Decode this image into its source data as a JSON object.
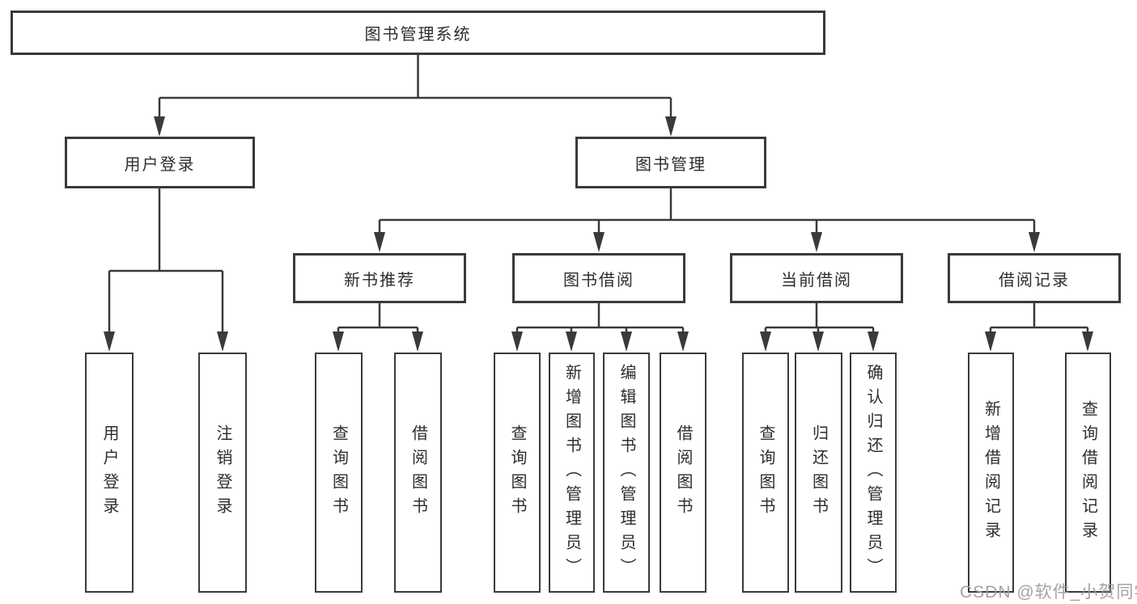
{
  "diagram": {
    "root": {
      "label": "图书管理系统"
    },
    "branches": [
      {
        "label": "用户登录",
        "children": [
          {
            "label": "用户登录"
          },
          {
            "label": "注销登录"
          }
        ]
      },
      {
        "label": "图书管理",
        "children": [
          {
            "label": "新书推荐",
            "children": [
              {
                "label": "查询图书"
              },
              {
                "label": "借阅图书"
              }
            ]
          },
          {
            "label": "图书借阅",
            "children": [
              {
                "label": "查询图书"
              },
              {
                "label": "新增图书（管理员）"
              },
              {
                "label": "编辑图书（管理员）"
              },
              {
                "label": "借阅图书"
              }
            ]
          },
          {
            "label": "当前借阅",
            "children": [
              {
                "label": "查询图书"
              },
              {
                "label": "归还图书"
              },
              {
                "label": "确认归还（管理员）"
              }
            ]
          },
          {
            "label": "借阅记录",
            "children": [
              {
                "label": "新增借阅记录"
              },
              {
                "label": "查询借阅记录"
              }
            ]
          }
        ]
      }
    ]
  },
  "watermark": {
    "text": "CSDN @软件_小贺同学"
  },
  "colors": {
    "line": "#3a3a3a",
    "text": "#2d2d2d",
    "background": "#ffffff",
    "watermark": "#9e9e9e"
  }
}
